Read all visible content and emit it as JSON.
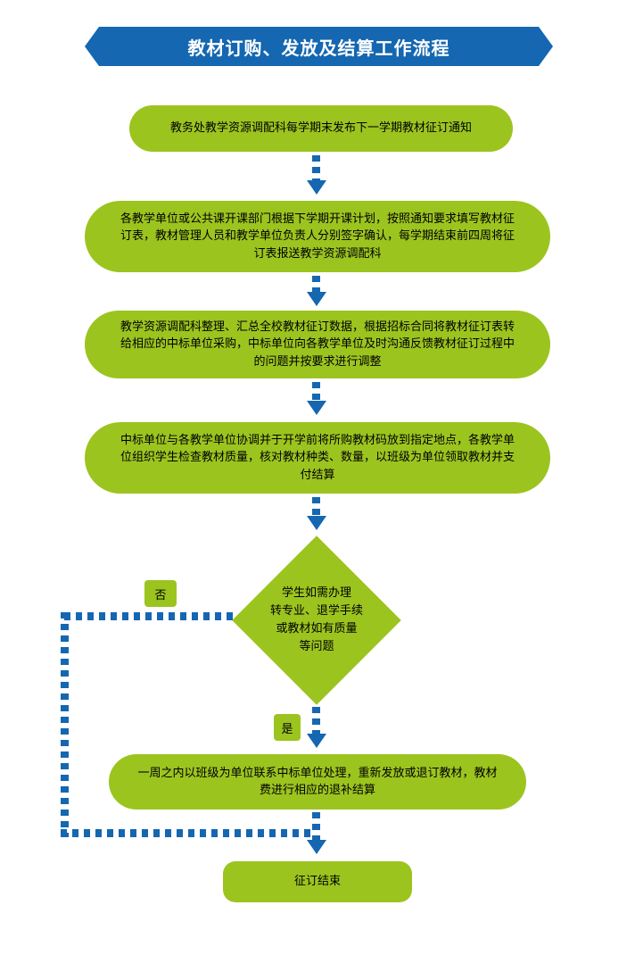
{
  "title": "教材订购、发放及结算工作流程",
  "colors": {
    "process_fill": "#9CC41F",
    "accent_blue": "#1467B0",
    "title_text": "#FFFFFF",
    "body_text": "#000000"
  },
  "steps": [
    {
      "text": "教务处教学资源调配科每学期末发布下一学期教材征订通知"
    },
    {
      "text": "各教学单位或公共课开课部门根据下学期开课计划，按照通知要求填写教材征订表，教材管理人员和教学单位负责人分别签字确认，每学期结束前四周将征订表报送教学资源调配科"
    },
    {
      "text": "教学资源调配科整理、汇总全校教材征订数据，根据招标合同将教材征订表转给相应的中标单位采购，中标单位向各教学单位及时沟通反馈教材征订过程中的问题并按要求进行调整"
    },
    {
      "text": "中标单位与各教学单位协调并于开学前将所购教材码放到指定地点，各教学单位组织学生检查教材质量，核对教材种类、数量，以班级为单位领取教材并支付结算"
    }
  ],
  "decision": {
    "text": "学生如需办理\n转专业、退学手续\n或教材如有质量\n等问题",
    "no_label": "否",
    "yes_label": "是"
  },
  "remedy_step": {
    "text": "一周之内以班级为单位联系中标单位处理，重新发放或退订教材，教材费进行相应的退补结算"
  },
  "end_step": {
    "text": "征订结束"
  }
}
